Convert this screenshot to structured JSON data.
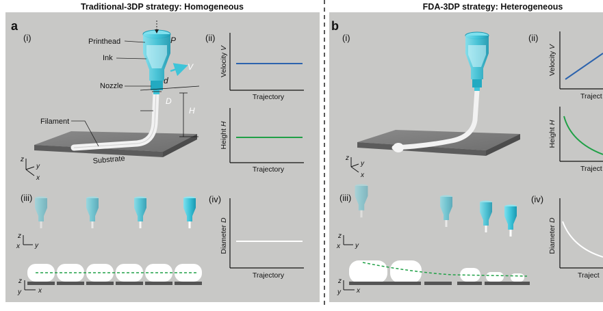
{
  "titles": {
    "left": "Traditional-3DP strategy: Homogeneous",
    "right": "FDA-3DP strategy: Heterogeneous"
  },
  "panels": {
    "left": "a",
    "right": "b"
  },
  "sublabels": {
    "i": "(i)",
    "ii": "(ii)",
    "iii": "(iii)",
    "iv": "(iv)"
  },
  "annotations": {
    "printhead": "Printhead",
    "ink": "Ink",
    "nozzle": "Nozzle",
    "filament": "Filament",
    "substrate": "Substrate",
    "P": "P",
    "V": "V",
    "d": "d",
    "D": "D",
    "H": "H"
  },
  "axes": {
    "x": "x",
    "y": "y",
    "z": "z"
  },
  "plots": {
    "velocity_label": "Velocity",
    "height_label": "Height",
    "diameter_label": "Diameter",
    "velocity_var": "V",
    "height_var": "H",
    "diameter_var": "D",
    "trajectory": "Trajectory",
    "trajectory_cut": "Traject"
  },
  "colors": {
    "background": "#c8c8c6",
    "velocity_line": "#2c63ad",
    "height_line": "#1fa046",
    "diameter_line": "#ffffff",
    "ink": "#3ec4d8",
    "dashed_path": "#1fa046"
  }
}
